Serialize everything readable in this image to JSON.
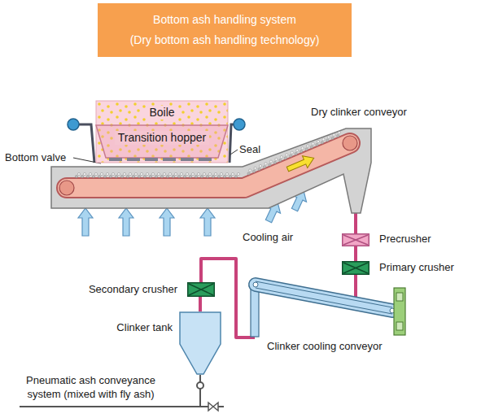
{
  "diagram": {
    "nodes": [
      {
        "text": [
          "Bottom ash handling system",
          "(Dry bottom ash handling technology)"
        ]
      },
      {
        "text": [
          "Boile"
        ]
      },
      {
        "text": [
          "Transition hopper"
        ],
        "in": 1
      },
      {
        "text": [
          "Dry clinker conveyor"
        ]
      },
      {
        "text": [
          "Precrusher"
        ]
      },
      {
        "text": [
          "Primary crusher"
        ]
      },
      {
        "text": [
          "Clinker cooling conveyor"
        ]
      },
      {
        "text": [
          "Secondary crusher"
        ]
      },
      {
        "text": [
          "Clinker tank"
        ]
      }
    ],
    "edges": [
      {
        "from": 3,
        "to": 4,
        "arrow": "none"
      },
      {
        "from": 4,
        "to": 5,
        "arrow": "none"
      },
      {
        "from": 5,
        "to": 6,
        "arrow": "none"
      },
      {
        "from": 6,
        "to": 7,
        "arrow": "none"
      },
      {
        "from": 7,
        "to": 8,
        "arrow": "none"
      }
    ],
    "labels": [
      "Bottom valve",
      "Seal",
      "Cooling air",
      "Pneumatic ash conveyance system (mixed with fly ash)"
    ]
  }
}
